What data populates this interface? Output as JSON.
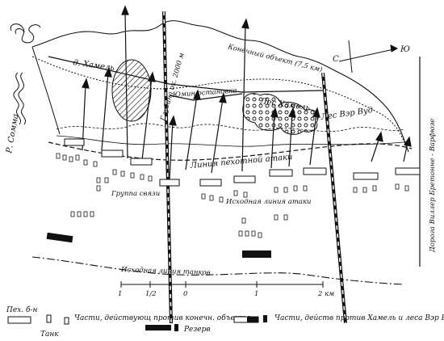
{
  "labels": {
    "river": "Р. Сомма",
    "hamel_village": "д. Хамель",
    "depth": "Глубина ок. 2000 м",
    "final_objective": "Конечный объект (7,5 км)",
    "midway_stop": "Юмин остановка",
    "hamel_wood": "Лес Хамель",
    "vaire_wood": "Лес Вэр Вуд",
    "infantry_line": "Линия пехотной атаки",
    "comms_group": "Группа связи",
    "infantry_start": "Исходная линия атаки",
    "tank_start": "Исходная линия танков",
    "road": "Дорога Виллер Бретонне - Варфюзе",
    "north": "С",
    "south": "Ю"
  },
  "scale": {
    "ticks": [
      "1",
      "1/2",
      "0",
      "1",
      "2 км"
    ]
  },
  "legend": {
    "items": [
      {
        "label": "Пех. б-н"
      },
      {
        "label": "Танк"
      },
      {
        "label": "Части, действующ против конечн. объекта"
      },
      {
        "label": "Резерв"
      },
      {
        "label": "Части, действ против Хамель и леса Вэр Вуд"
      }
    ]
  }
}
